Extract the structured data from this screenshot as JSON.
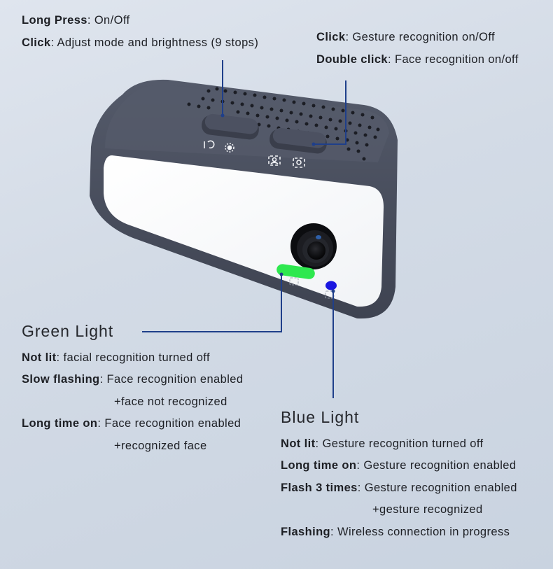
{
  "power_button_callout": {
    "items": [
      {
        "action": "Long Press",
        "description": "On/Off"
      },
      {
        "action": "Click",
        "description": "Adjust mode and brightness (9 stops)"
      }
    ]
  },
  "recognition_button_callout": {
    "items": [
      {
        "action": "Click",
        "description": "Gesture recognition on/Off"
      },
      {
        "action": "Double click",
        "description": "Face recognition on/off"
      }
    ]
  },
  "green_light": {
    "title": "Green Light",
    "color": "#2ee84f",
    "states": [
      {
        "state": "Not lit",
        "description": "facial recognition turned off"
      },
      {
        "state": "Slow flashing",
        "description": "Face recognition enabled",
        "continuation": "+face not recognized"
      },
      {
        "state": "Long time on",
        "description": "Face recognition enabled",
        "continuation": "+recognized face"
      }
    ]
  },
  "blue_light": {
    "title": "Blue Light",
    "color": "#1a16e0",
    "states": [
      {
        "state": "Not lit",
        "description": "Gesture recognition turned off"
      },
      {
        "state": "Long time on",
        "description": "Gesture recognition enabled"
      },
      {
        "state": "Flash 3 times",
        "description": "Gesture recognition enabled",
        "continuation": "+gesture recognized"
      },
      {
        "state": "Flashing",
        "description": "Wireless connection in progress"
      }
    ]
  },
  "device": {
    "icons": [
      "power-icon",
      "brightness-icon",
      "gesture-recognition-icon",
      "face-recognition-icon"
    ],
    "body_color": "#4a4f5e",
    "callout_line_color": "#1f3f8a"
  }
}
